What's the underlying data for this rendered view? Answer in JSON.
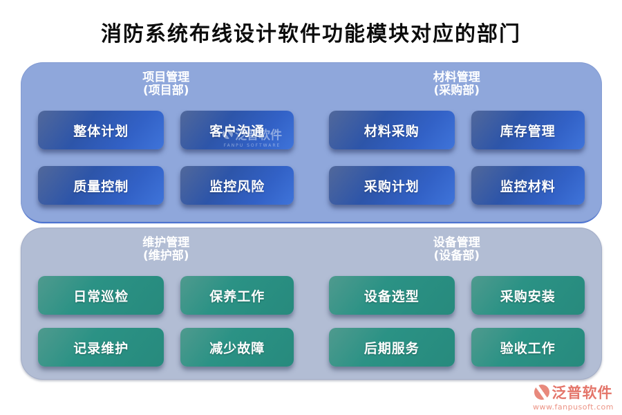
{
  "title": "消防系统布线设计软件功能模块对应的部门",
  "panels": [
    {
      "sections": [
        {
          "module": "项目管理",
          "department": "(项目部)",
          "buttons": [
            "整体计划",
            "客户沟通",
            "质量控制",
            "监控风险"
          ]
        },
        {
          "module": "材料管理",
          "department": "(采购部)",
          "buttons": [
            "材料采购",
            "库存管理",
            "采购计划",
            "监控材料"
          ]
        }
      ]
    },
    {
      "sections": [
        {
          "module": "维护管理",
          "department": "(维护部)",
          "buttons": [
            "日常巡检",
            "保养工作",
            "记录维护",
            "减少故障"
          ]
        },
        {
          "module": "设备管理",
          "department": "(设备部)",
          "buttons": [
            "设备选型",
            "采购安装",
            "后期服务",
            "验收工作"
          ]
        }
      ]
    }
  ],
  "watermark": {
    "text": "泛普软件",
    "subtext": "FANPU SOFTWARE"
  },
  "footer": {
    "brand": "泛普软件",
    "url": "www.fanpusoft.com"
  },
  "colors": {
    "panel_top": "#8fa7db",
    "panel_top_edge": "#4c73d1",
    "panel_bottom": "#b2bdd4",
    "button_blue": "#3261c6",
    "button_green": "#2b9285",
    "brand": "#e4756a",
    "title": "#0c0c0c"
  },
  "icons": [
    "fanpu-logo-icon",
    "fanpu-watermark-icon"
  ]
}
